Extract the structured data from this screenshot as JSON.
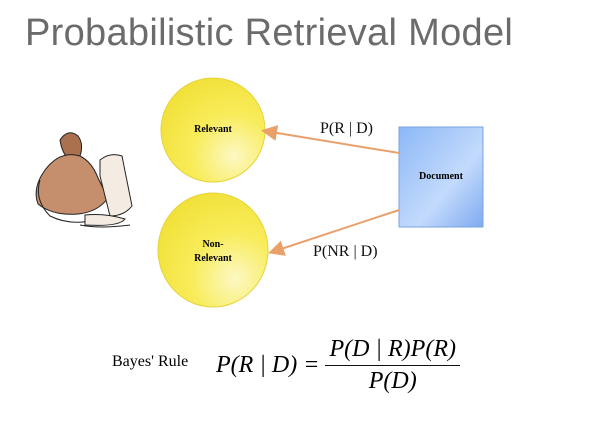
{
  "title": "Probabilistic Retrieval Model",
  "nodes": {
    "relevant": "Relevant",
    "non_relevant": "Non-\nRelevant",
    "document": "Document"
  },
  "edges": {
    "to_relevant": "P(R | D)",
    "to_non_relevant": "P(NR | D)"
  },
  "bayes": {
    "label": "Bayes' Rule",
    "lhs": "P(R | D) =",
    "numerator": "P(D | R)P(R)",
    "denominator": "P(D)"
  },
  "colors": {
    "circle": "#f7ea50",
    "document": "#8ab6f5",
    "arrow": "#e9a06a",
    "title": "#6b6b6b"
  },
  "icons": {
    "person": "person-at-computer-clipart"
  }
}
